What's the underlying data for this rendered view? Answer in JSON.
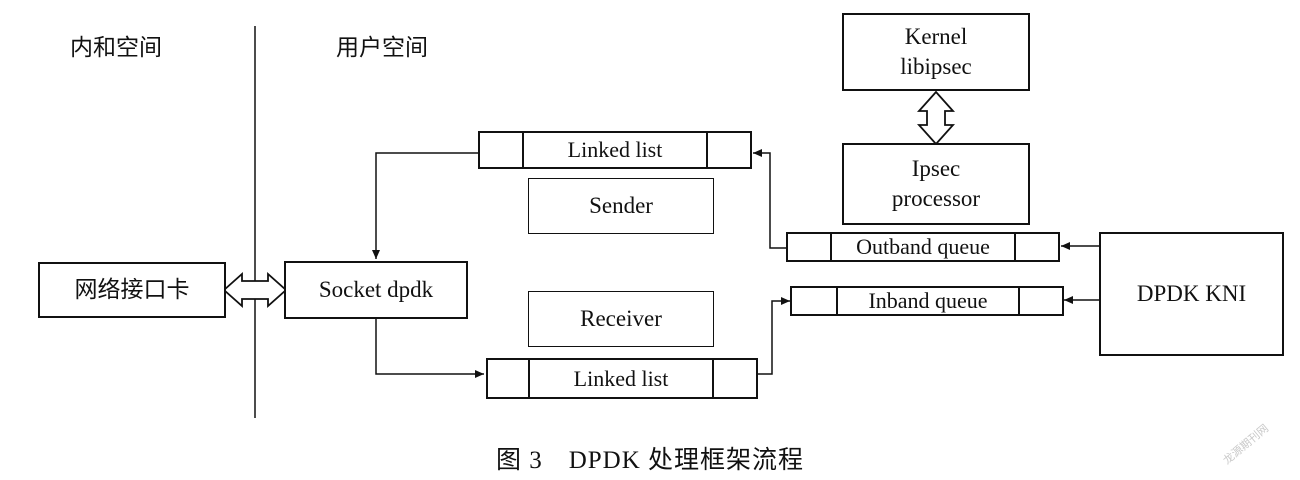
{
  "regions": {
    "kernel_space": "内和空间",
    "user_space": "用户空间"
  },
  "boxes": {
    "nic": "网络接口卡",
    "socket": "Socket dpdk",
    "kernel_line1": "Kernel",
    "kernel_line2": "libipsec",
    "ipsec_line1": "Ipsec",
    "ipsec_line2": "processor",
    "sender": "Sender",
    "receiver": "Receiver",
    "kni": "DPDK KNI"
  },
  "queues": {
    "linked_top": "Linked list",
    "linked_bottom": "Linked list",
    "outband": "Outband queue",
    "inband": "Inband queue"
  },
  "caption": "图 3　DPDK 处理框架流程",
  "watermark": "龙源期刊网"
}
